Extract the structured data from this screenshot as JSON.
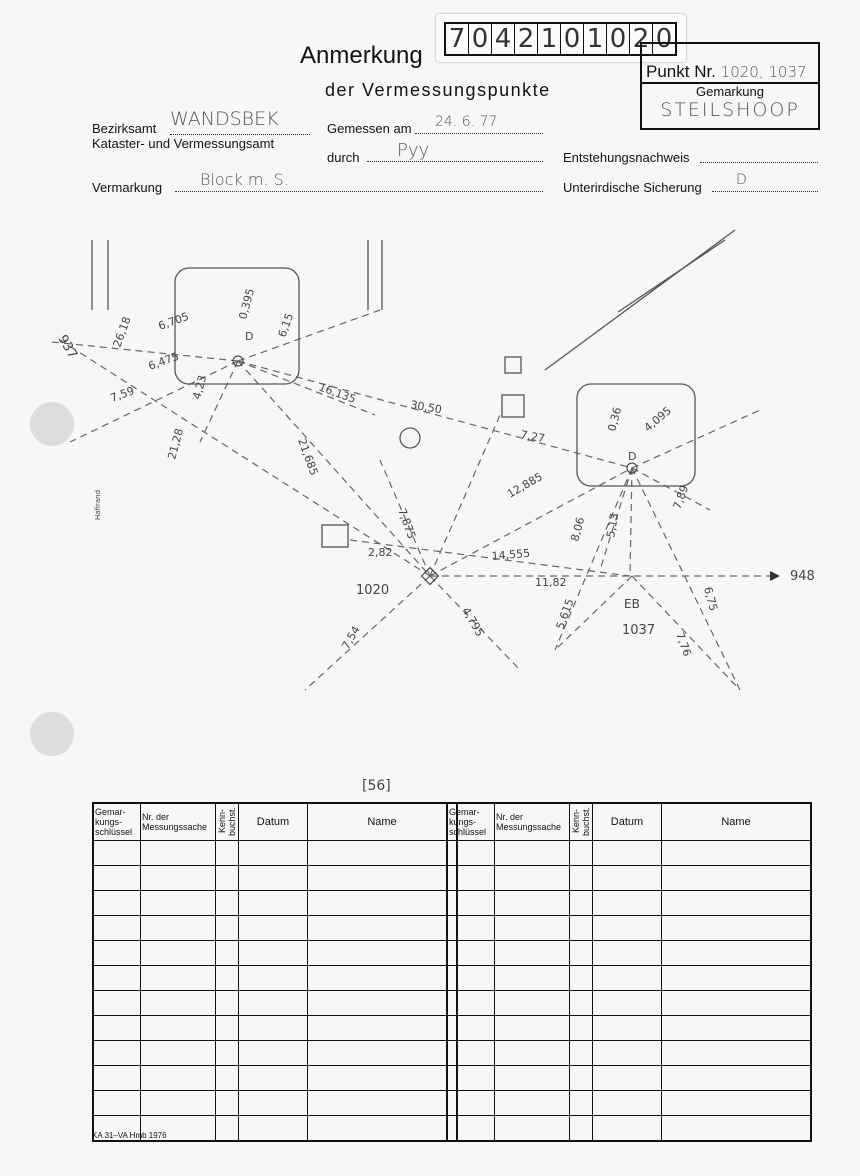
{
  "header": {
    "title": "Anmerkung",
    "subtitle": "der Vermessungspunkte",
    "stamp_digits": [
      "7",
      "0",
      "4",
      "2",
      "1",
      "0",
      "1",
      "0",
      "2",
      "0"
    ]
  },
  "punkt": {
    "label": "Punkt Nr.",
    "value": "1020, 1037",
    "gemarkung_label": "Gemarkung",
    "gemarkung_value": "STEILSHOOP"
  },
  "fields": {
    "bezirksamt_label": "Bezirksamt",
    "bezirksamt_value": "WANDSBEK",
    "kataster_label": "Kataster- und Vermessungsamt",
    "gemessen_label": "Gemessen am",
    "gemessen_value": "24. 6. 77",
    "durch_label": "durch",
    "durch_value": "Pyy",
    "entstehung_label": "Entstehungsnachweis",
    "entstehung_value": "",
    "vermarkung_label": "Vermarkung",
    "vermarkung_value": "Block m. S.",
    "sicherung_label": "Unterirdische Sicherung",
    "sicherung_value": "D"
  },
  "sketch": {
    "points": {
      "p1020": "1020",
      "p1037": "1037",
      "eb": "EB",
      "p937": "937",
      "p948": "948",
      "d1": "D",
      "d2": "D",
      "hafirand": "Hafirand",
      "ref": "[56]"
    },
    "measures": [
      "6,705",
      "0,395",
      "6,15",
      "6,475",
      "7,59",
      "4,23",
      "26,18",
      "21,28",
      "16,135",
      "30,50",
      "21,685",
      "7,27",
      "0,36",
      "4,095",
      "7,875",
      "12,885",
      "2,82",
      "14,555",
      "11,82",
      "8,06",
      "5,13",
      "7,89",
      "7,54",
      "4,795",
      "5,615",
      "6,75",
      "7,76"
    ]
  },
  "table": {
    "headers": [
      "Gemar-kungs-schlüssel",
      "Nr. der Messungssache",
      "Kenn-buchst.",
      "Datum",
      "Name"
    ],
    "rows": 12
  },
  "footer": {
    "form_id": "KA 31–VA Hmb 1976"
  }
}
